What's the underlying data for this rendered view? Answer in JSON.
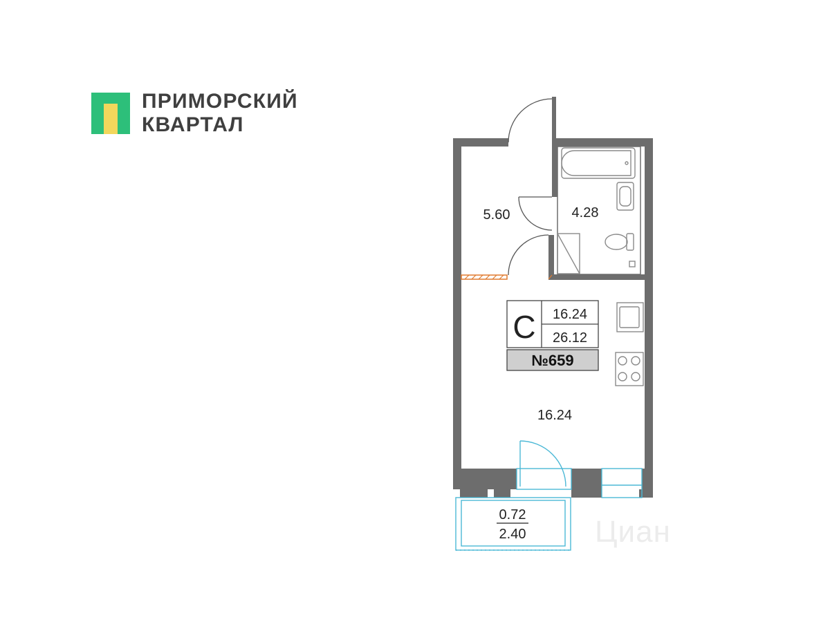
{
  "brand": {
    "line1": "ПРИМОРСКИЙ",
    "line2": "КВАРТАЛ",
    "colors": {
      "green": "#2dbf7a",
      "yellow": "#f2d75c",
      "text": "#3f3f3f"
    }
  },
  "rooms": {
    "hall_area": "5.60",
    "bath_area": "4.28",
    "living_area": "16.24",
    "balcony_area_top": "0.72",
    "balcony_area_bottom": "2.40"
  },
  "summary": {
    "type_letter": "С",
    "living_area": "16.24",
    "total_area": "26.12",
    "apartment_number": "№659"
  },
  "watermark": "Циан",
  "colors": {
    "wall": "#6d6d6d",
    "balcony": "#4bb8d6",
    "fixture": "#8a8a8a",
    "entrance": "#e07a2e",
    "badge_bg": "#cfcfcf"
  }
}
